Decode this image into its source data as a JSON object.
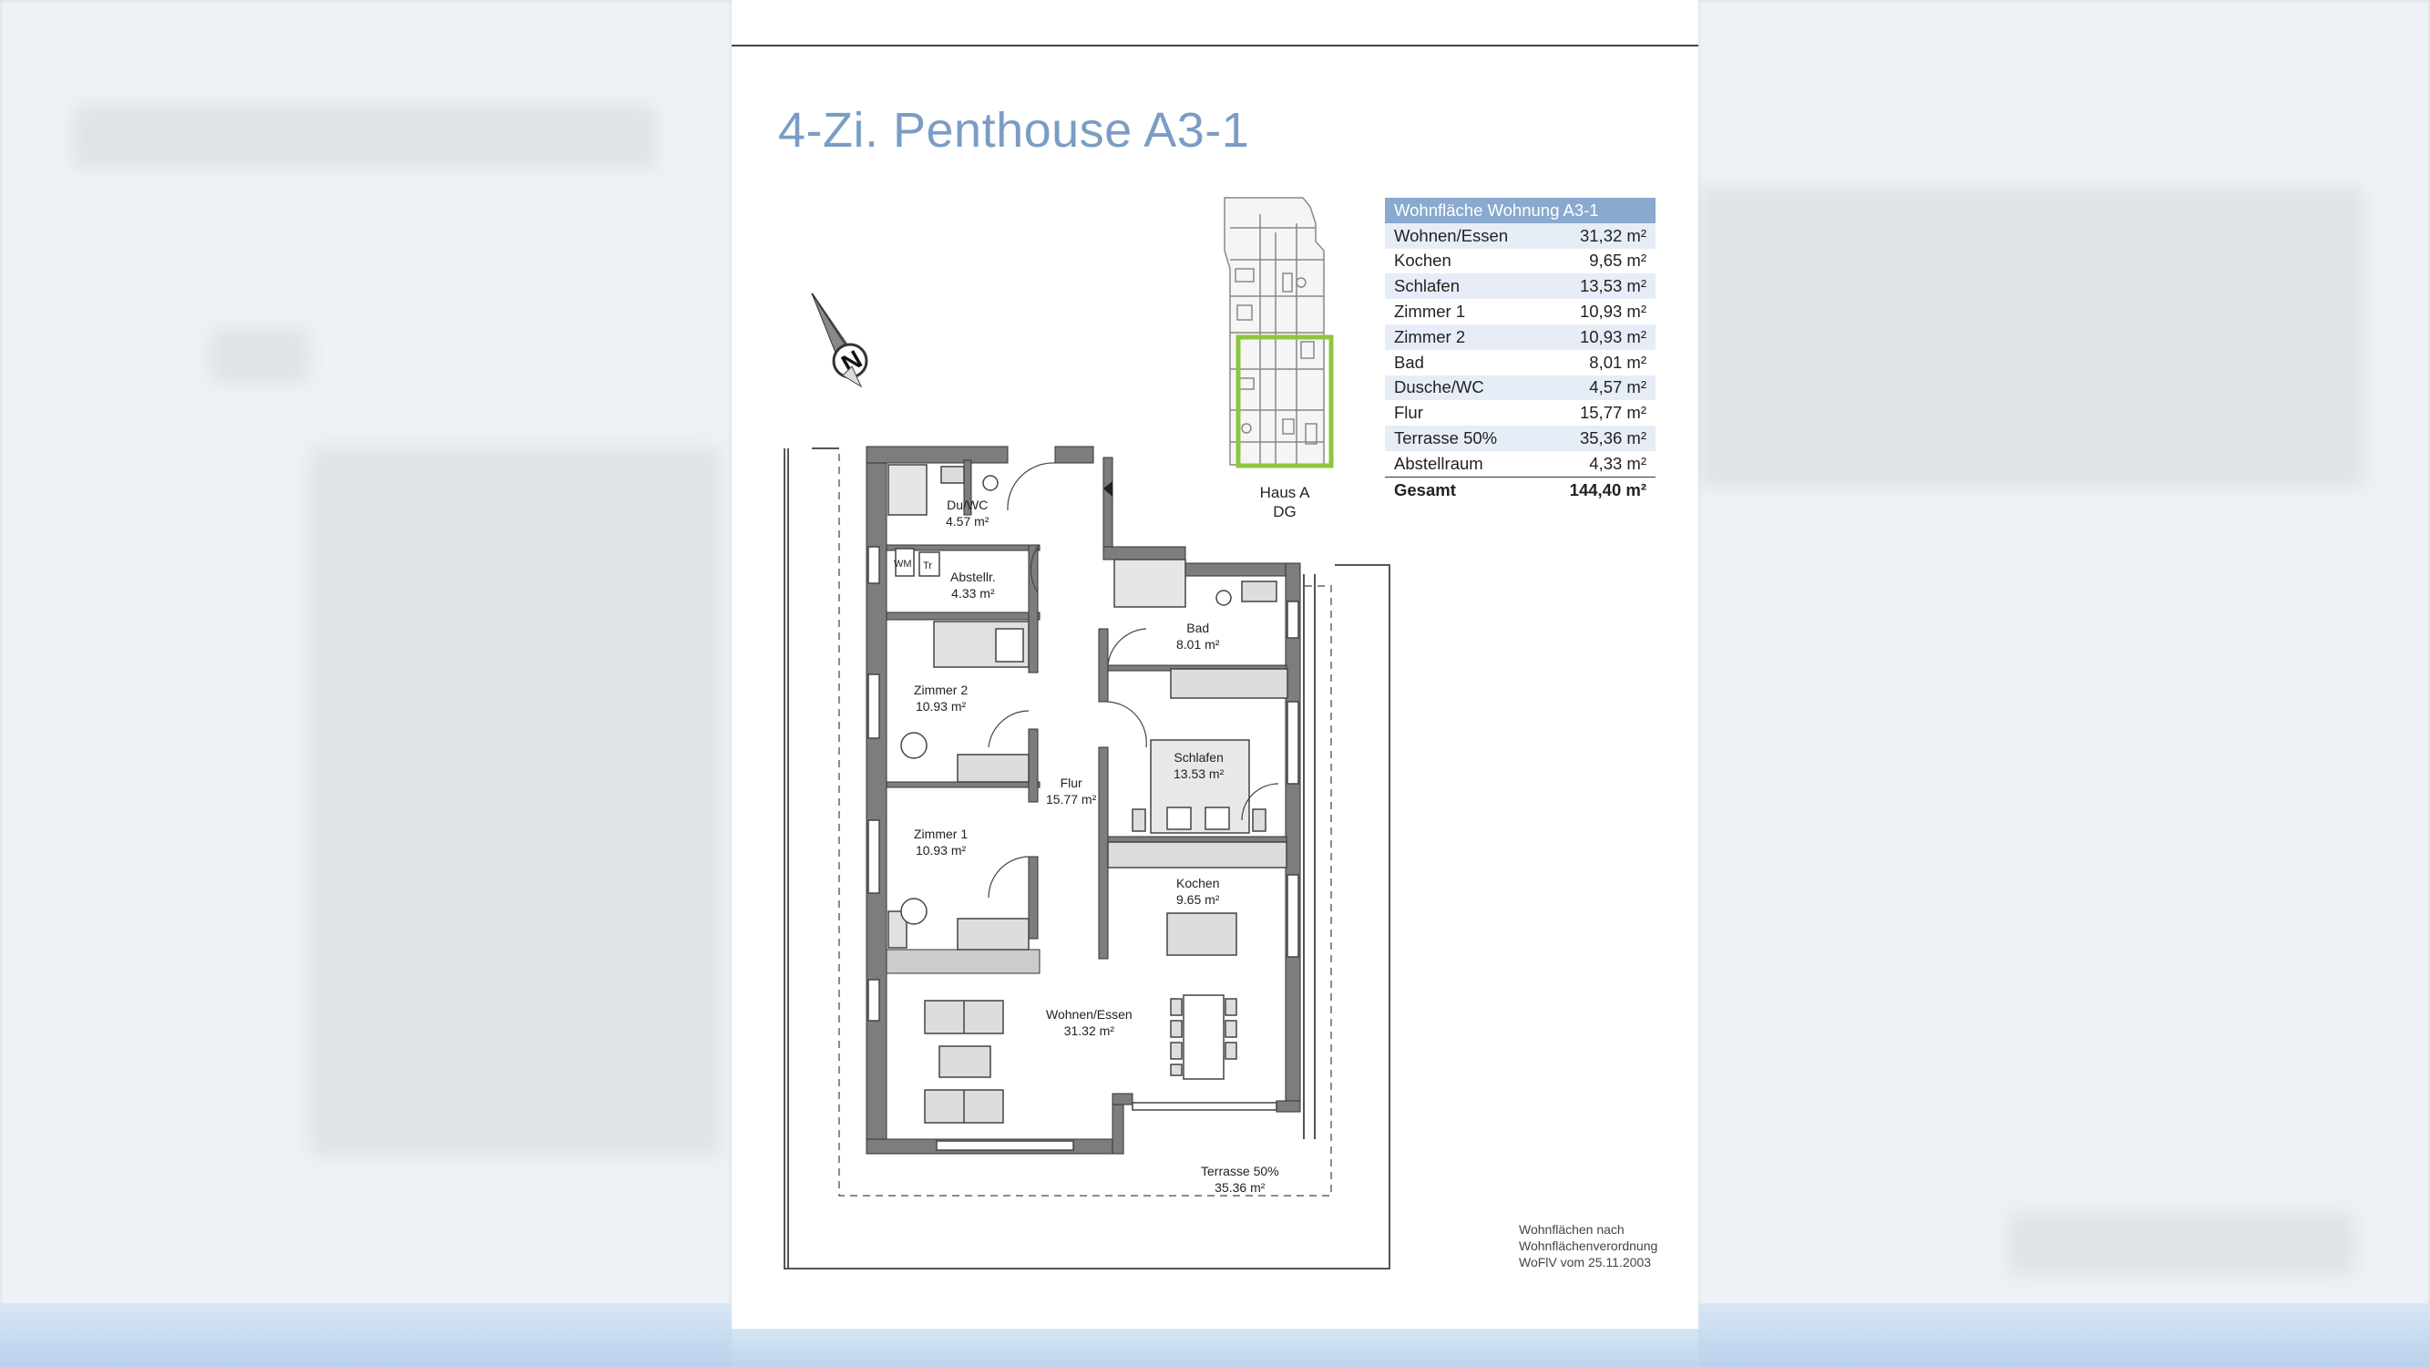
{
  "title": "4-Zi. Penthouse A3-1",
  "area_table": {
    "header": "Wohnfläche Wohnung A3-1",
    "rows": [
      {
        "name": "Wohnen/Essen",
        "value": "31,32 m²"
      },
      {
        "name": "Kochen",
        "value": "9,65 m²"
      },
      {
        "name": "Schlafen",
        "value": "13,53 m²"
      },
      {
        "name": "Zimmer 1",
        "value": "10,93 m²"
      },
      {
        "name": "Zimmer 2",
        "value": "10,93 m²"
      },
      {
        "name": "Bad",
        "value": "8,01 m²"
      },
      {
        "name": "Dusche/WC",
        "value": "4,57 m²"
      },
      {
        "name": "Flur",
        "value": "15,77 m²"
      },
      {
        "name": "Terrasse 50%",
        "value": "35,36 m²"
      },
      {
        "name": "Abstellraum",
        "value": "4,33 m²"
      }
    ],
    "total": {
      "name": "Gesamt",
      "value": "144,40 m²"
    }
  },
  "key_plan": {
    "house": "Haus A",
    "floor": "DG",
    "highlight_color": "#8cc63f"
  },
  "compass": {
    "letter": "N"
  },
  "rooms": {
    "du_wc": {
      "name": "Du/WC",
      "area": "4.57 m²"
    },
    "abstellr": {
      "name": "Abstellr.",
      "area": "4.33 m²"
    },
    "wm": "WM",
    "tr": "Tr",
    "zimmer2": {
      "name": "Zimmer 2",
      "area": "10.93 m²"
    },
    "zimmer1": {
      "name": "Zimmer 1",
      "area": "10.93 m²"
    },
    "flur": {
      "name": "Flur",
      "area": "15.77 m²"
    },
    "bad": {
      "name": "Bad",
      "area": "8.01 m²"
    },
    "schlafen": {
      "name": "Schlafen",
      "area": "13.53 m²"
    },
    "kochen": {
      "name": "Kochen",
      "area": "9.65 m²"
    },
    "wohnen": {
      "name": "Wohnen/Essen",
      "area": "31.32 m²"
    },
    "terrasse": {
      "name": "Terrasse 50%",
      "area": "35.36 m²"
    }
  },
  "note": {
    "line1": "Wohnflächen nach",
    "line2": "Wohnflächenverordnung",
    "line3": "WoFlV vom 25.11.2003"
  },
  "colors": {
    "title": "#7b9dc4",
    "table_header": "#8aa9cf",
    "wall": "#7d7d7d"
  }
}
